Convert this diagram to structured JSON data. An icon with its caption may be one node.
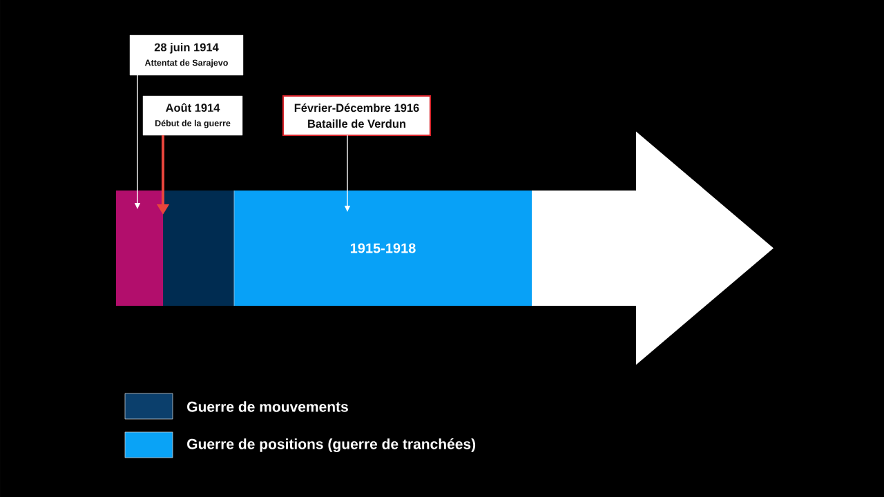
{
  "diagram": {
    "nodes": [
      {
        "text": [
          "28 juin 1914",
          "Attentat de Sarajevo"
        ]
      },
      {
        "text": [
          "Août 1914",
          "Début de la guerre"
        ]
      },
      {
        "text": [
          "Février-Décembre 1916",
          "Bataille de Verdun"
        ]
      },
      {
        "text": [],
        "shape": "bar"
      },
      {
        "text": [],
        "shape": "bar"
      },
      {
        "text": [
          "1915-1918"
        ]
      },
      {
        "text": [],
        "shape": "arrow"
      }
    ],
    "edges": [
      {
        "from": 0,
        "to": 3,
        "arrow": "to"
      },
      {
        "from": 1,
        "to": 4,
        "arrow": "to",
        "style": "thick",
        "color": "#e8453c"
      },
      {
        "from": 2,
        "to": 5,
        "arrow": "to"
      }
    ],
    "legend": [
      {
        "text": "Guerre de mouvements",
        "color": "#0b3f6c"
      },
      {
        "text": "Guerre de positions (guerre de tranchées)",
        "color": "#0aa3f6"
      }
    ]
  }
}
